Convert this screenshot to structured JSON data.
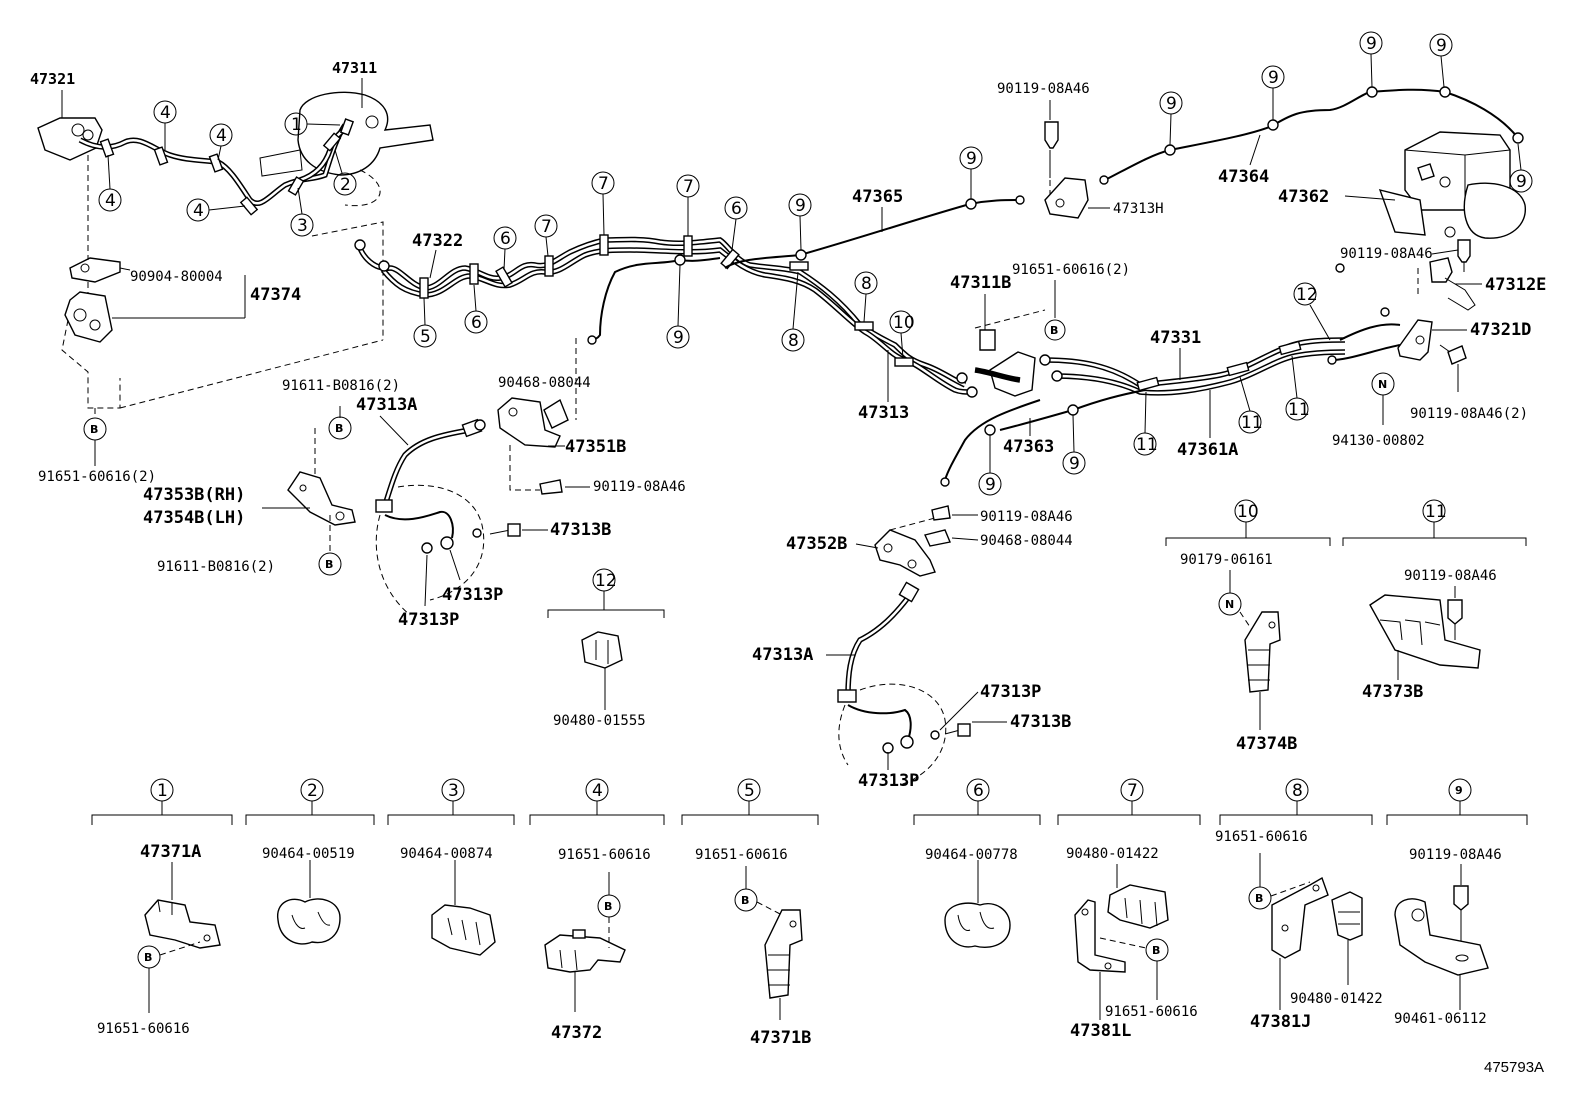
{
  "parts": {
    "p47321": "47321",
    "p47311": "47311",
    "p90904": "90904-80004",
    "p47374": "47374",
    "p91651_tl": "91651-60616(2)",
    "p47322": "47322",
    "p91611_a": "91611-B0816(2)",
    "p47313A_a": "47313A",
    "p47353B": "47353B(RH)",
    "p47354B": "47354B(LH)",
    "p91611_b": "91611-B0816(2)",
    "p47313B_a": "47313B",
    "p47313P_a": "47313P",
    "p47313P_b": "47313P",
    "p90468_a": "90468-08044",
    "p47351B": "47351B",
    "p90119_a": "90119-08A46",
    "p90480_01555": "90480-01555",
    "p47365": "47365",
    "p90119_top": "90119-08A46",
    "p47313H": "47313H",
    "p47311B": "47311B",
    "p91651_mid": "91651-60616(2)",
    "p47313": "47313",
    "p47331": "47331",
    "p47363": "47363",
    "p47361A": "47361A",
    "p47364": "47364",
    "p47362": "47362",
    "p90119_r": "90119-08A46",
    "p47312E": "47312E",
    "p47321D": "47321D",
    "p90119_r2": "90119-08A46(2)",
    "p94130": "94130-00802",
    "p90119_m2": "90119-08A46",
    "p90468_b": "90468-08044",
    "p47352B": "47352B",
    "p47313A_b": "47313A",
    "p47313P_c": "47313P",
    "p47313B_b": "47313B",
    "p47313P_d": "47313P",
    "p90179": "90179-06161",
    "p47374B": "47374B",
    "p90119_11": "90119-08A46",
    "p47373B": "47373B",
    "p47371A": "47371A",
    "p91651_g1": "91651-60616",
    "p90464_00519": "90464-00519",
    "p90464_00874": "90464-00874",
    "p91651_g4": "91651-60616",
    "p47372": "47372",
    "p91651_g5": "91651-60616",
    "p47371B": "47371B",
    "p90464_00778": "90464-00778",
    "p90480_01422_a": "90480-01422",
    "p47381L": "47381L",
    "p91651_g7": "91651-60616",
    "p91651_g8": "91651-60616",
    "p47381J": "47381J",
    "p90480_01422_b": "90480-01422",
    "p90119_g9": "90119-08A46",
    "p90461": "90461-06112",
    "diagram_id": "475793A"
  },
  "letters": {
    "B": "B",
    "N": "N"
  },
  "callouts": {
    "c1": "1",
    "c2": "2",
    "c3": "3",
    "c4": "4",
    "c5": "5",
    "c6": "6",
    "c7": "7",
    "c8": "8",
    "c9": "9",
    "c10": "10",
    "c11": "11",
    "c12": "12"
  }
}
